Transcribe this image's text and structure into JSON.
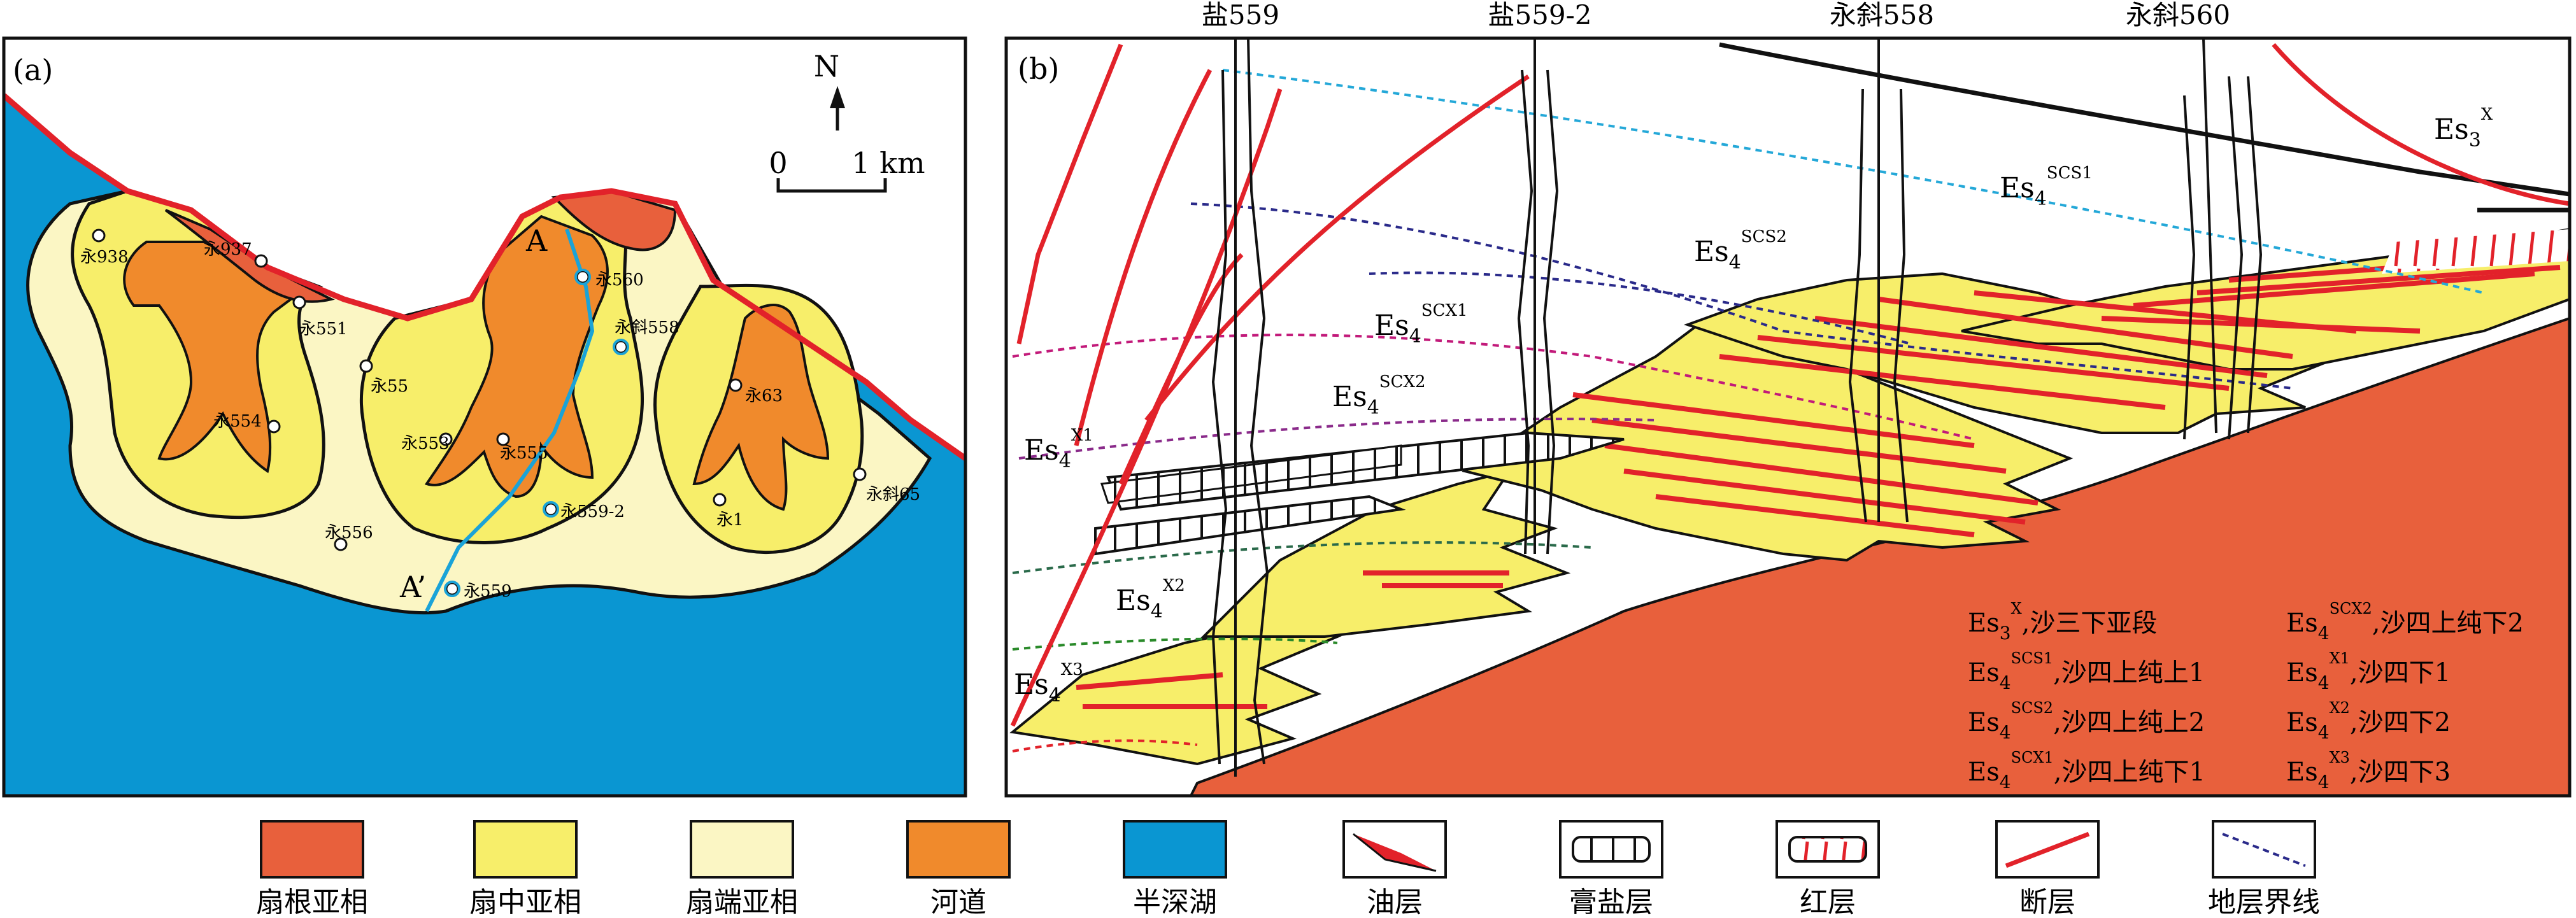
{
  "panel_a": {
    "label": "(a)",
    "north": "N",
    "scale": {
      "zero": "0",
      "end": "1 km"
    },
    "section_start": "A",
    "section_end": "A’",
    "wells": [
      "永938",
      "永937",
      "永551",
      "永554",
      "永55",
      "永553",
      "永555",
      "永560",
      "永斜558",
      "永63",
      "永556",
      "永559-2",
      "永559",
      "永1",
      "永斜65"
    ]
  },
  "panel_b": {
    "label": "(b)",
    "wells": [
      "盐559",
      "盐559-2",
      "永斜558",
      "永斜560"
    ],
    "units": {
      "s3x": {
        "base": "Es",
        "sub": "3",
        "sup": "X"
      },
      "scs1": {
        "base": "Es",
        "sub": "4",
        "sup": "SCS1"
      },
      "scs2": {
        "base": "Es",
        "sub": "4",
        "sup": "SCS2"
      },
      "scx1": {
        "base": "Es",
        "sub": "4",
        "sup": "SCX1"
      },
      "scx2": {
        "base": "Es",
        "sub": "4",
        "sup": "SCX2"
      },
      "x1": {
        "base": "Es",
        "sub": "4",
        "sup": "X1"
      },
      "x2": {
        "base": "Es",
        "sub": "4",
        "sup": "X2"
      },
      "x3": {
        "base": "Es",
        "sub": "4",
        "sup": "X3"
      }
    },
    "key": [
      {
        "sub": "3",
        "sup": "X",
        "desc": ",沙三下亚段"
      },
      {
        "sub": "4",
        "sup": "SCS1",
        "desc": ",沙四上纯上1"
      },
      {
        "sub": "4",
        "sup": "SCS2",
        "desc": ",沙四上纯上2"
      },
      {
        "sub": "4",
        "sup": "SCX1",
        "desc": ",沙四上纯下1"
      },
      {
        "sub": "4",
        "sup": "SCX2",
        "desc": ",沙四上纯下2"
      },
      {
        "sub": "4",
        "sup": "X1",
        "desc": ",沙四下1"
      },
      {
        "sub": "4",
        "sup": "X2",
        "desc": ",沙四下2"
      },
      {
        "sub": "4",
        "sup": "X3",
        "desc": ",沙四下3"
      }
    ]
  },
  "legend": [
    {
      "label": "扇根亚相",
      "swatch": "#e8603c"
    },
    {
      "label": "扇中亚相",
      "swatch": "#f7ee6a"
    },
    {
      "label": "扇端亚相",
      "swatch": "#fbf6c4"
    },
    {
      "label": "河道",
      "swatch": "#f08a2c"
    },
    {
      "label": "半深湖",
      "swatch": "#0a96d2"
    },
    {
      "label": "油层",
      "swatch": "oil-layer"
    },
    {
      "label": "膏盐层",
      "swatch": "gypsum-salt"
    },
    {
      "label": "红层",
      "swatch": "red-bed"
    },
    {
      "label": "断层",
      "swatch": "fault"
    },
    {
      "label": "地层界线",
      "swatch": "boundary"
    }
  ],
  "colors": {
    "fan_root": "#e8603c",
    "fan_middle": "#f7ee6a",
    "fan_end": "#fbf6c4",
    "channel": "#f08a2c",
    "deep_lake": "#0a96d2",
    "fault": "#e2222a",
    "section_line": "#1aa3d8"
  }
}
